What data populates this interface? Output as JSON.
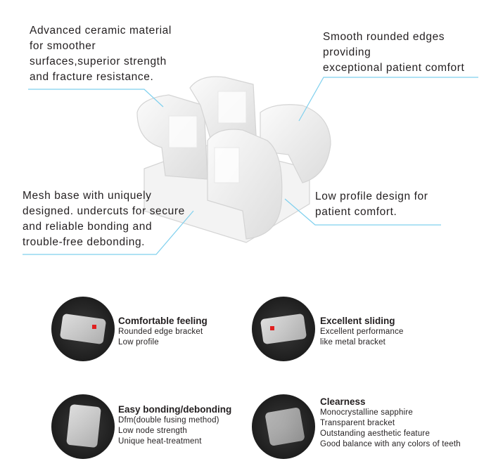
{
  "callouts": {
    "ceramic": [
      "Advanced  ceramic material",
      "for smoother",
      "surfaces,superior strength",
      "and fracture resistance."
    ],
    "edges": [
      "Smooth rounded edges",
      "providing",
      "exceptional patient comfort"
    ],
    "mesh": [
      "Mesh base with uniquely",
      "designed. undercuts for secure",
      "and reliable bonding and",
      "trouble-free debonding."
    ],
    "profile": [
      "Low profile design for",
      "patient comfort."
    ]
  },
  "features": [
    {
      "title": "Comfortable feeling",
      "lines": [
        "Rounded edge bracket",
        "Low profile"
      ]
    },
    {
      "title": "Excellent sliding",
      "lines": [
        "Excellent performance",
        "like metal bracket"
      ]
    },
    {
      "title": "Easy bonding/debonding",
      "lines": [
        "Dfm(double fusing method)",
        "Low node strength",
        "Unique heat-treatment"
      ]
    },
    {
      "title": "Clearness",
      "lines": [
        "Monocrystalline sapphire",
        "Transparent bracket",
        "Outstanding aesthetic feature",
        "Good balance with any colors of teeth"
      ]
    }
  ],
  "colors": {
    "leader": "#7fd0ee",
    "accent": "#e02020"
  }
}
